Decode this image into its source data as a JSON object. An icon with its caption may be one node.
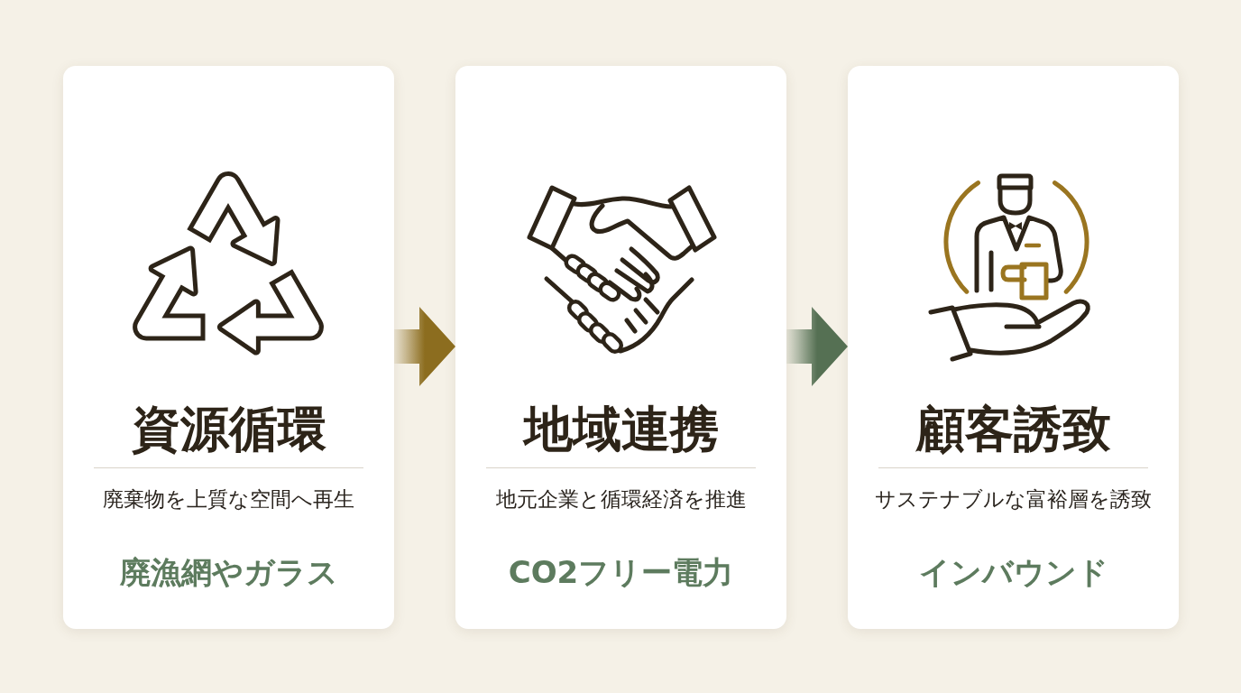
{
  "diagram": {
    "nodes": [
      {
        "text": [
          "資源循環",
          "廃棄物を上質な空間へ再生",
          "廃漁網やガラス"
        ]
      },
      {
        "text": [
          "地域連携",
          "地元企業と循環経済を推進",
          "CO2フリー電力"
        ]
      },
      {
        "text": [
          "顧客誘致",
          "サステナブルな富裕層を誘致",
          "インバウンド"
        ]
      }
    ],
    "edges": [
      {
        "from": 0,
        "to": 1,
        "arrow": "to",
        "color": "#8c6d1f"
      },
      {
        "from": 1,
        "to": 2,
        "arrow": "to",
        "color": "#557053"
      }
    ]
  }
}
